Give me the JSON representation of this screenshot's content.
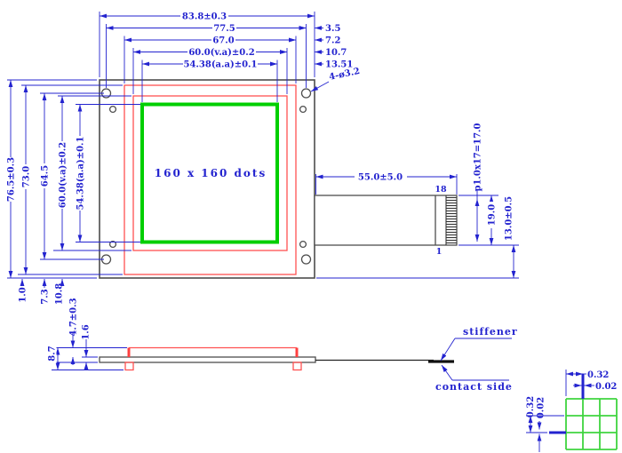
{
  "drawing_type": "LCD module mechanical drawing",
  "front_view": {
    "display_text": "160 x 160 dots",
    "hole_label": "4-ø3.2"
  },
  "dims": {
    "top": [
      "83.8±0.3",
      "77.5",
      "67.0",
      "60.0(v.a)±0.2",
      "54.38(a.a)±0.1"
    ],
    "right": [
      "3.5",
      "7.2",
      "10.7",
      "13.51"
    ],
    "left": [
      "76.5±0.3",
      "73.0",
      "64.5",
      "60.0(v.a)±0.2",
      "54.38(a.a)±0.1"
    ],
    "bottom": [
      "1.0",
      "7.3",
      "10.8"
    ]
  },
  "tail": {
    "length": "55.0±5.0",
    "pitch": "p1.0x17=17.0",
    "width": "19.0",
    "offset": "13.0±0.5",
    "pin_last": "18",
    "pin_first": "1"
  },
  "side_view": {
    "dims": [
      "4.7±0.3",
      "1.6",
      "8.7"
    ],
    "stiffener_label": "stiffener",
    "contact_label": "contact side"
  },
  "dot_detail": {
    "h": [
      "0.32",
      "0.02"
    ],
    "v": [
      "0.32",
      "0.02"
    ]
  },
  "colors": {
    "dimension": "#2323cf",
    "outline": "#4d4d4d",
    "red": "#ff5252",
    "green": "#00cf00"
  }
}
